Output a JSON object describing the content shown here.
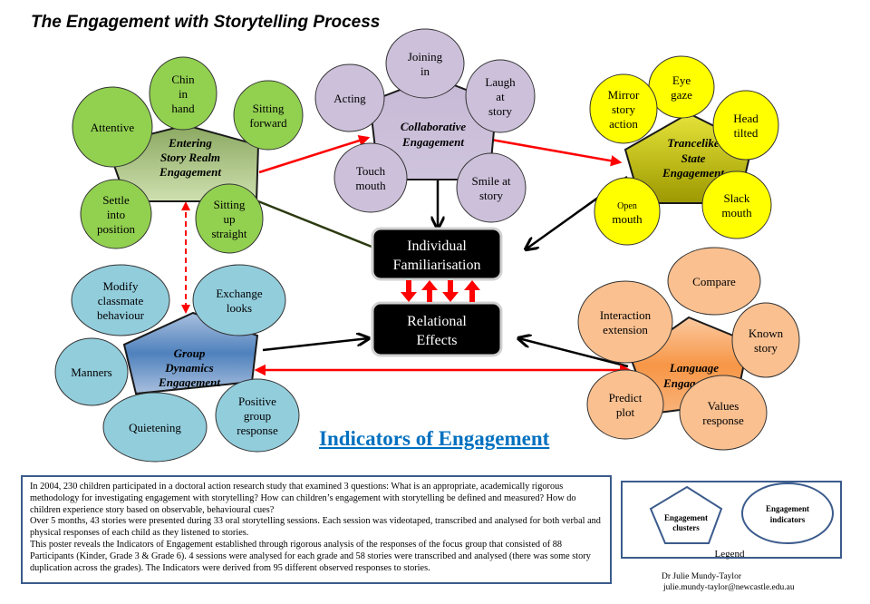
{
  "title": "The Engagement with Storytelling Process",
  "subtitle": "Indicators of Engagement",
  "colors": {
    "green": "#92d050",
    "green_cluster": "#a9c57a",
    "purple": "#ccc0da",
    "yellow": "#ffff00",
    "yellow_cluster": "#c8c400",
    "blue_indicator": "#92cddc",
    "blue_cluster": "#4f81bd",
    "orange_indicator": "#fac090",
    "orange_cluster": "#f79646",
    "arrow_red": "#ff0000",
    "subtitle_blue": "#0070c0",
    "box_border": "#3b5b8c"
  },
  "clusters": [
    {
      "id": "entering",
      "label": [
        "Entering",
        "Story Realm",
        "Engagement"
      ],
      "indicators": [
        {
          "label": [
            "Chin",
            "in",
            "hand"
          ]
        },
        {
          "label": [
            "Sitting",
            "forward"
          ]
        },
        {
          "label": [
            "Attentive"
          ]
        },
        {
          "label": [
            "Settle",
            "into",
            "position"
          ]
        },
        {
          "label": [
            "Sitting",
            "up",
            "straight"
          ]
        }
      ]
    },
    {
      "id": "collaborative",
      "label": [
        "Collaborative",
        "Engagement"
      ],
      "indicators": [
        {
          "label": [
            "Joining",
            "in"
          ]
        },
        {
          "label": [
            "Acting"
          ]
        },
        {
          "label": [
            "Laugh",
            "at",
            "story"
          ]
        },
        {
          "label": [
            "Touch",
            "mouth"
          ]
        },
        {
          "label": [
            "Smile at",
            "story"
          ]
        }
      ]
    },
    {
      "id": "trancelike",
      "label": [
        "Trancelike",
        "State",
        "Engagement"
      ],
      "indicators": [
        {
          "label": [
            "Eye",
            "gaze"
          ]
        },
        {
          "label": [
            "Mirror",
            "story",
            "action"
          ]
        },
        {
          "label": [
            "Head",
            "tilted"
          ]
        },
        {
          "label": [
            "Open",
            "mouth"
          ]
        },
        {
          "label": [
            "Slack",
            "mouth"
          ]
        }
      ]
    },
    {
      "id": "group",
      "label": [
        "Group",
        "Dynamics",
        "Engagement"
      ],
      "indicators": [
        {
          "label": [
            "Modify",
            "classmate",
            "behaviour"
          ]
        },
        {
          "label": [
            "Exchange",
            "looks"
          ]
        },
        {
          "label": [
            "Manners"
          ]
        },
        {
          "label": [
            "Quietening"
          ]
        },
        {
          "label": [
            "Positive",
            "group",
            "response"
          ]
        }
      ]
    },
    {
      "id": "language",
      "label": [
        "Language",
        "Engagement"
      ],
      "indicators": [
        {
          "label": [
            "Compare"
          ]
        },
        {
          "label": [
            "Interaction",
            "extension"
          ]
        },
        {
          "label": [
            "Known",
            "story"
          ]
        },
        {
          "label": [
            "Predict",
            "plot"
          ]
        },
        {
          "label": [
            "Values",
            "response"
          ]
        }
      ]
    }
  ],
  "outcomes": [
    {
      "id": "individual",
      "label": [
        "Individual",
        "Familiarisation"
      ]
    },
    {
      "id": "relational",
      "label": [
        "Relational",
        "Effects"
      ]
    }
  ],
  "description": [
    "In 2004, 230 children participated in a doctoral action research study that examined 3 questions: What is an appropriate, academically rigorous methodology for investigating engagement with storytelling? How can children’s engagement with storytelling be defined and measured? How do children experience story based on observable, behavioural cues?",
    "Over 5 months, 43 stories were presented during 33 oral storytelling sessions. Each session was videotaped, transcribed and analysed for both verbal and physical responses of each child as they listened to stories.",
    "This poster reveals the Indicators of Engagement established through rigorous analysis of the responses of the focus group that consisted of 88 Participants (Kinder, Grade 3 & Grade 6). 4 sessions were analysed for each grade and 58 stories were transcribed and analysed (there was some story duplication across the grades). The Indicators were derived from 95 different observed responses to stories."
  ],
  "legend": {
    "title": "Legend",
    "cluster_label": [
      "Engagement",
      "clusters"
    ],
    "indicator_label": [
      "Engagement",
      "indicators"
    ]
  },
  "author": {
    "name": "Dr Julie Mundy-Taylor",
    "email": "julie.mundy-taylor@newcastle.edu.au"
  }
}
